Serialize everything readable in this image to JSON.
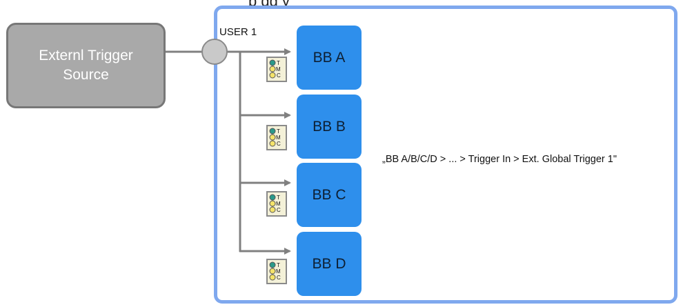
{
  "caption": "p                  gg                              y",
  "external_source": {
    "label": "Externl Trigger\nSource"
  },
  "connector": {
    "label": "USER 1"
  },
  "basebands": [
    {
      "label": "BB A"
    },
    {
      "label": "BB B"
    },
    {
      "label": "BB C"
    },
    {
      "label": "BB D"
    }
  ],
  "status_icon": {
    "letters": [
      "T",
      "M",
      "C"
    ],
    "colors": [
      "#2a9a8a",
      "#f4e36a",
      "#f4e36a"
    ]
  },
  "menu_path": "„BB A/B/C/D > ... > Trigger In > Ext. Global  Trigger 1\"",
  "colors": {
    "frame": "#7fa8ee",
    "baseband": "#2e8fec",
    "source": "#a9a9a9",
    "wire": "#808080"
  }
}
